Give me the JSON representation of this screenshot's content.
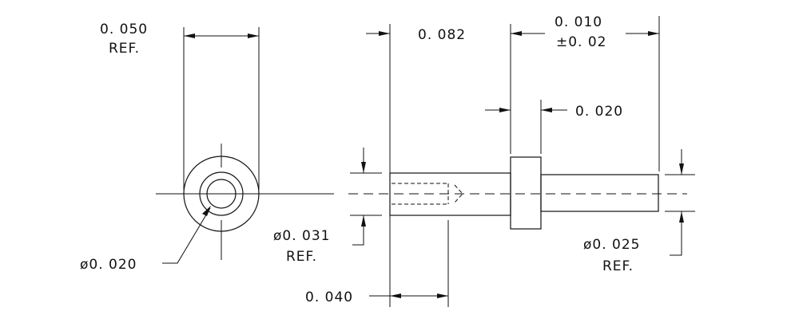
{
  "dimensions": {
    "flange_diameter_value": "0. 050",
    "flange_diameter_note": "REF.",
    "shank_length": "0. 082",
    "tip_length_value": "0. 010",
    "tip_length_tolerance": "±0. 02",
    "flange_thickness": "0. 020",
    "bore_diameter": "ø0. 020",
    "shank_diameter_value": "ø0. 031",
    "shank_diameter_note": "REF.",
    "tip_diameter_value": "ø0. 025",
    "tip_diameter_note": "REF.",
    "bore_depth": "0. 040"
  }
}
